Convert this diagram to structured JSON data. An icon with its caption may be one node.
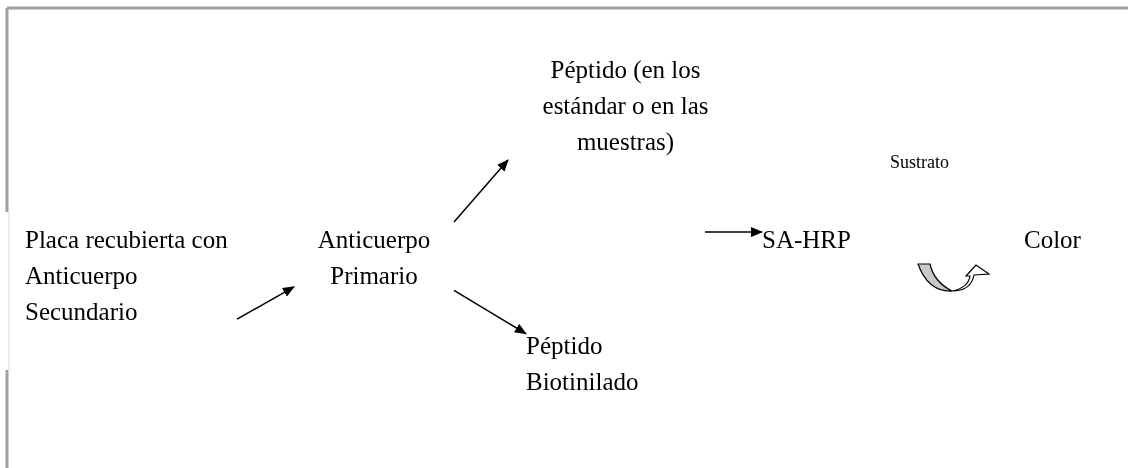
{
  "diagram": {
    "nodes": [
      {
        "text": [
          "Placa recubierta con Anticuerpo Secundario"
        ]
      },
      {
        "text": [
          "Anticuerpo Primario"
        ]
      },
      {
        "text": [
          "Péptido (en los estándar o en las muestras)"
        ]
      },
      {
        "text": [
          "Péptido Biotinilado"
        ]
      },
      {
        "text": [
          "SA-HRP"
        ]
      },
      {
        "text": [
          "Color"
        ]
      }
    ],
    "edges": [
      {
        "from": 0,
        "to": 1,
        "arrow": "to"
      },
      {
        "from": 1,
        "to": 2,
        "arrow": "to"
      },
      {
        "from": 1,
        "to": 3,
        "arrow": "to"
      },
      {
        "from": null,
        "to": 4,
        "arrow": "to"
      }
    ],
    "labels": [
      "Sustrato"
    ]
  }
}
